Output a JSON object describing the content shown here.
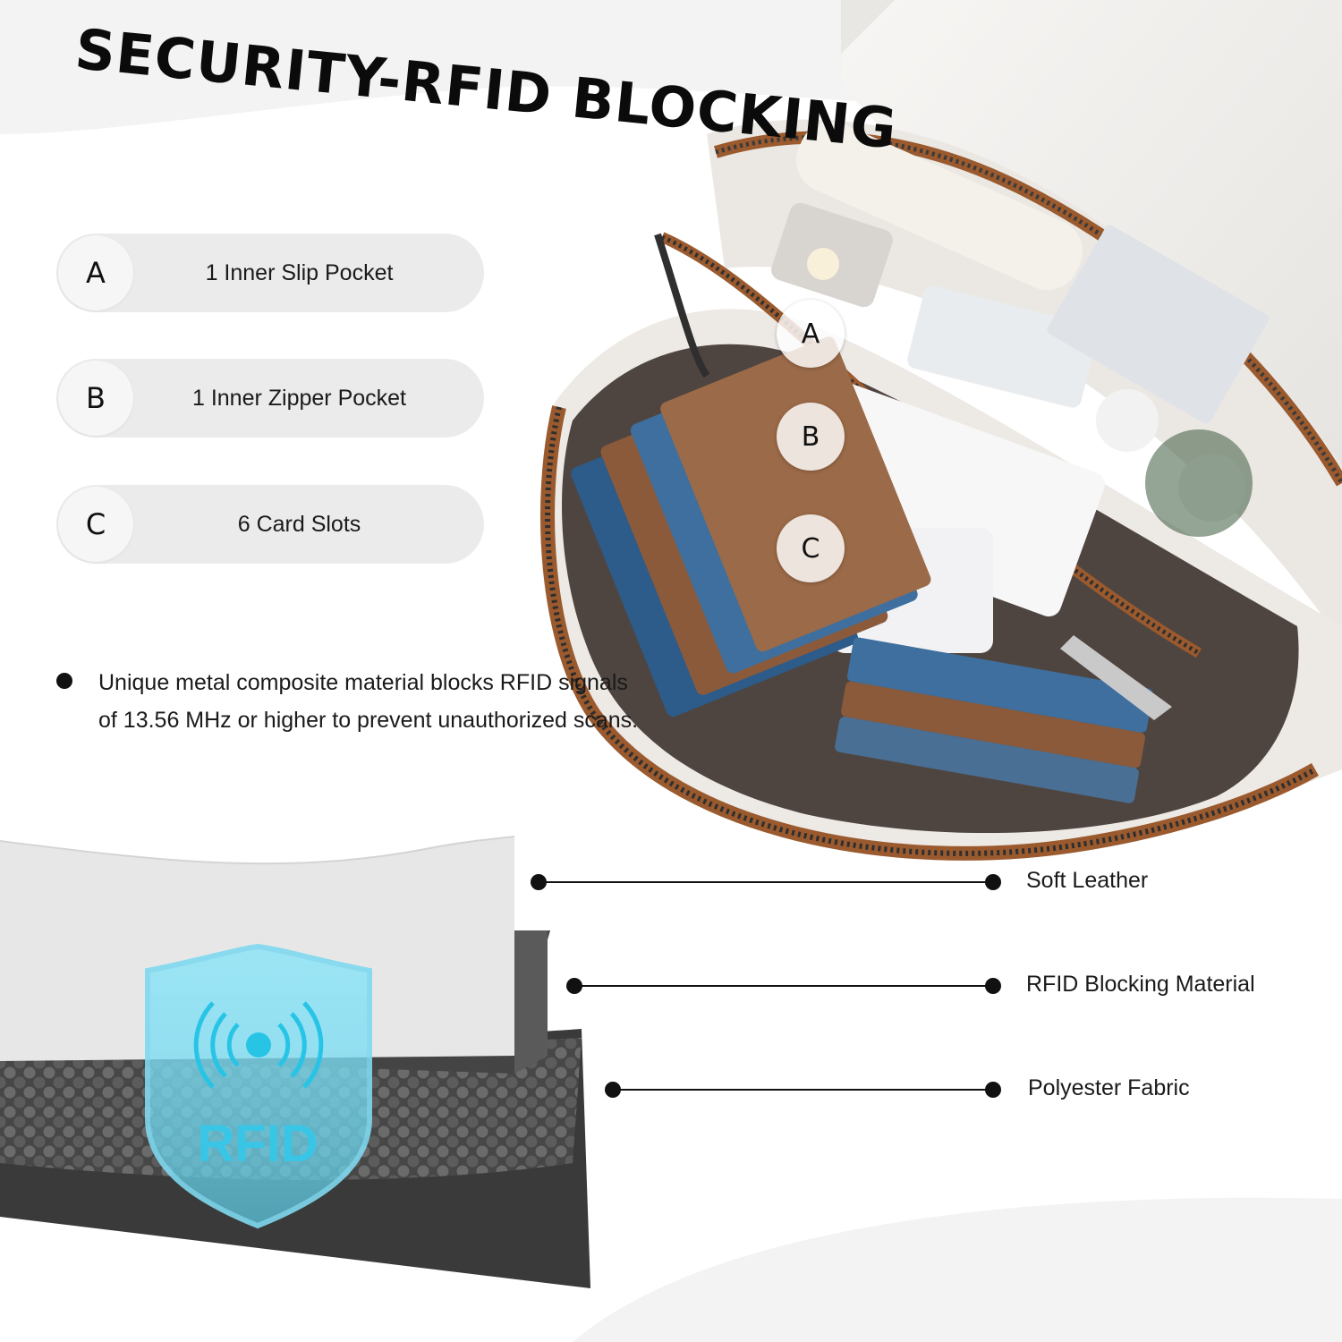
{
  "headline": "SECURITY-RFID BLOCKING",
  "pockets": [
    {
      "letter": "A",
      "label": "1 Inner Slip Pocket"
    },
    {
      "letter": "B",
      "label": "1 Inner Zipper Pocket"
    },
    {
      "letter": "C",
      "label": "6 Card Slots"
    }
  ],
  "photo_markers": [
    "A",
    "B",
    "C"
  ],
  "bullet": {
    "line1": "Unique metal composite material blocks RFID signals",
    "line2": "of 13.56 MHz or higher to prevent unauthorized scans."
  },
  "layers": [
    "Soft Leather",
    "RFID Blocking Material",
    "Polyester Fabric"
  ],
  "rfid_badge": {
    "text": "RFID"
  },
  "colors": {
    "leather_white": "#f1efec",
    "lining_brown": "#4f4540",
    "trim_tan": "#9a5a2e",
    "fabric_grey": "#4c4c4c",
    "rfid_cyan": "#3cc8e8"
  }
}
